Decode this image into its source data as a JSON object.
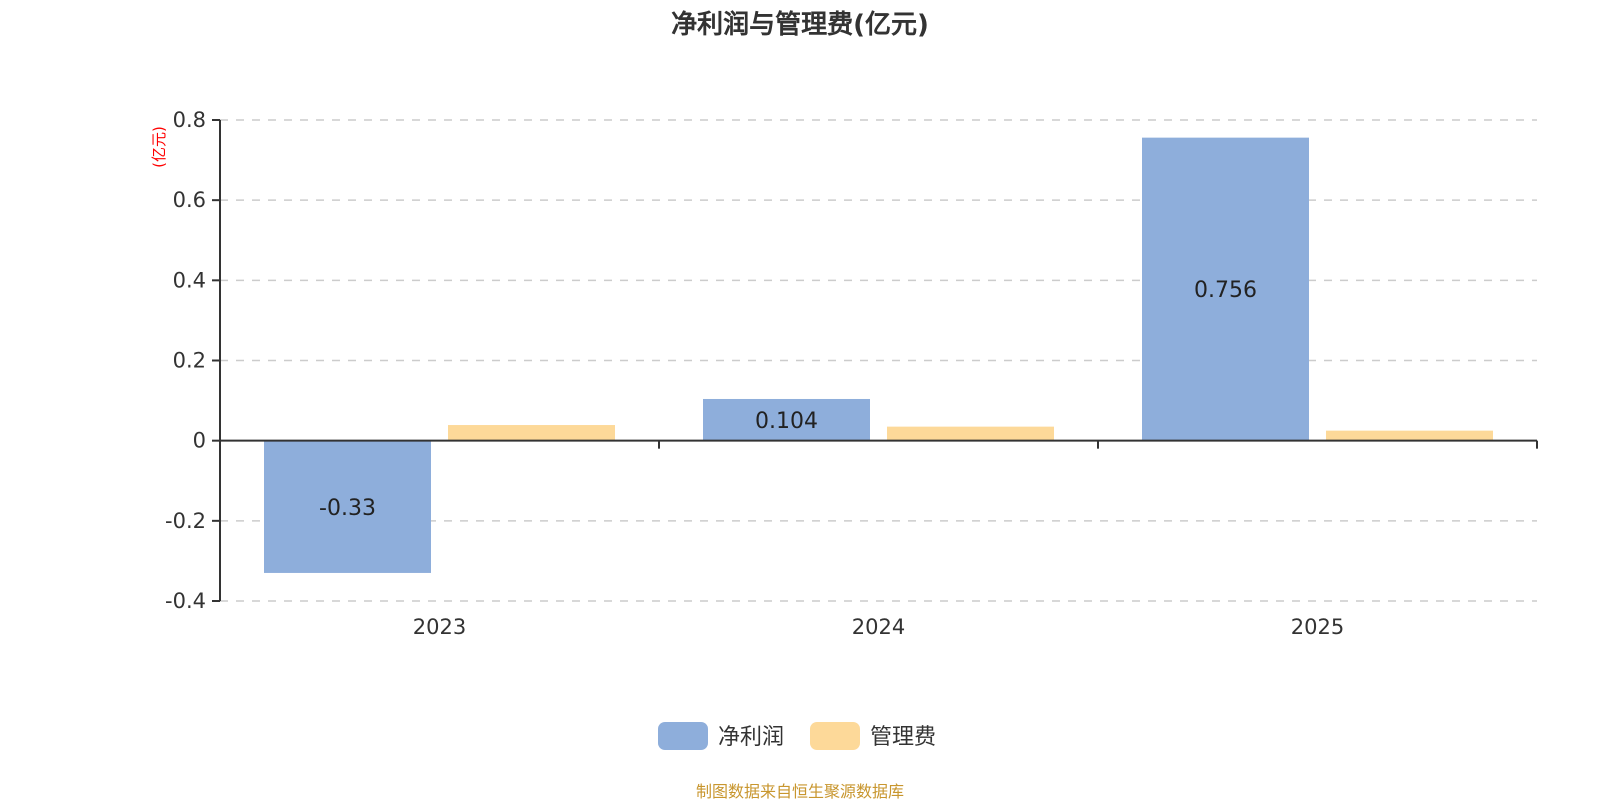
{
  "chart_data": {
    "type": "bar",
    "title": "净利润与管理费(亿元)",
    "ylabel": "(亿元)",
    "xlabel": "",
    "categories": [
      "2023",
      "2024",
      "2025"
    ],
    "series": [
      {
        "name": "净利润",
        "color": "#8eaedb",
        "values": [
          -0.33,
          0.104,
          0.756
        ],
        "labels": [
          "-0.33",
          "0.104",
          "0.756"
        ]
      },
      {
        "name": "管理费",
        "color": "#fdd999",
        "values": [
          0.039,
          0.035,
          0.025
        ],
        "labels": null
      }
    ],
    "ylim": [
      -0.4,
      0.8
    ],
    "yticks": [
      -0.4,
      -0.2,
      0,
      0.2,
      0.4,
      0.6,
      0.8
    ],
    "ytick_labels": [
      "-0.4",
      "-0.2",
      "0",
      "0.2",
      "0.4",
      "0.6",
      "0.8"
    ],
    "grid": true,
    "legend_position": "bottom-center"
  },
  "footer": "制图数据来自恒生聚源数据库"
}
